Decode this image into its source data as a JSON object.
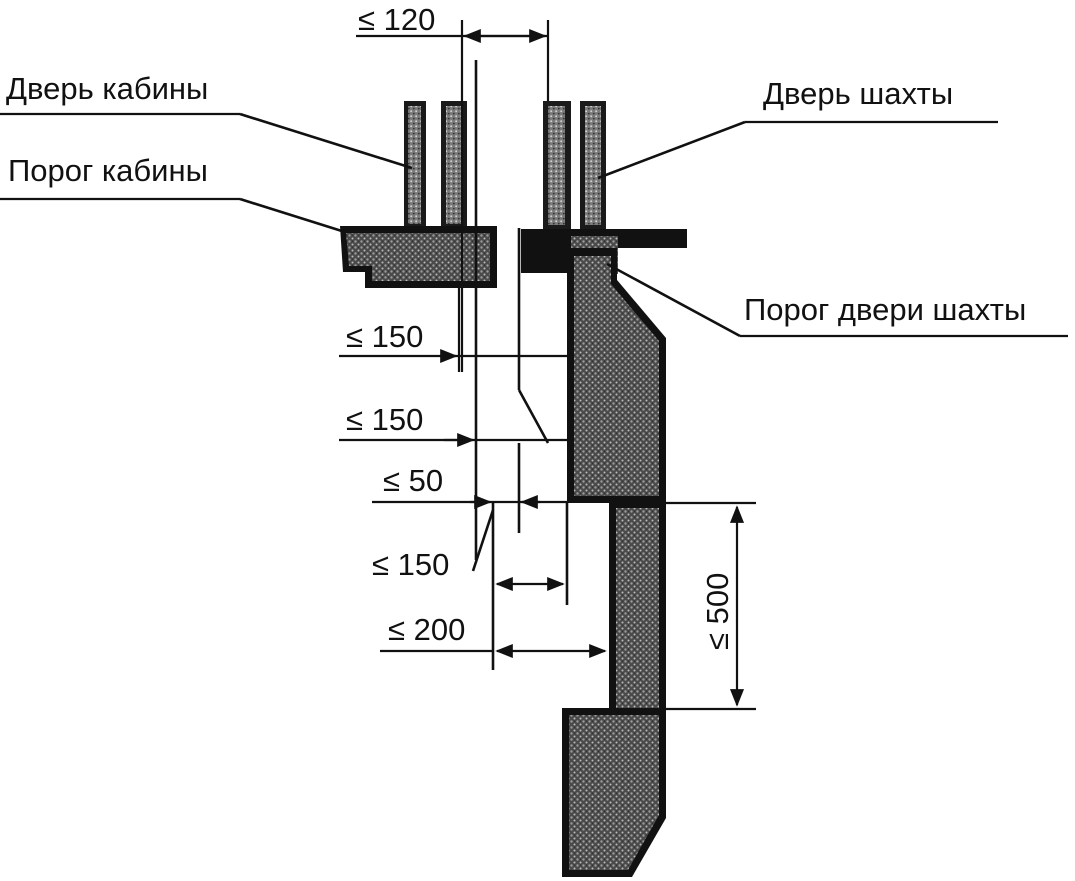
{
  "labels": {
    "car_door": "Дверь кабины",
    "shaft_door": "Дверь шахты",
    "car_sill": "Порог кабины",
    "shaft_door_sill": "Порог двери шахты"
  },
  "dimensions": {
    "d120": "≤ 120",
    "d150_upper": "≤ 150",
    "d150_middle": "≤ 150",
    "d50": "≤ 50",
    "d150_lower": "≤ 150",
    "d200": "≤ 200",
    "d500": "≤ 500"
  },
  "colors": {
    "ink": "#111111",
    "hatch_fill": "#6e6e6e",
    "background": "#ffffff"
  }
}
